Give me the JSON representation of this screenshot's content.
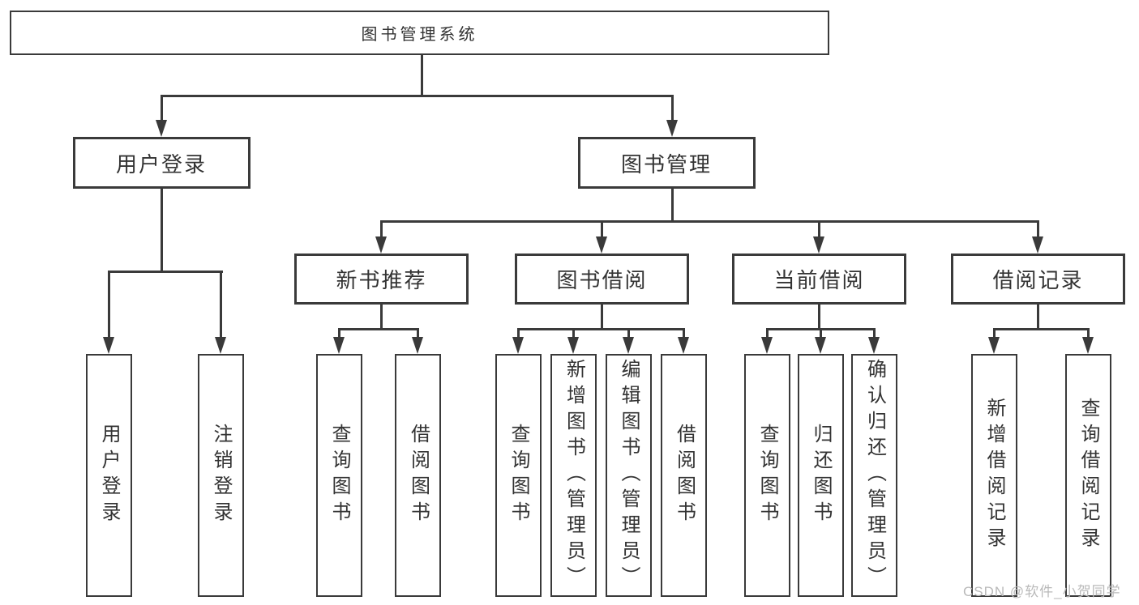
{
  "tree": {
    "root": {
      "label": "图书管理系统",
      "children": [
        {
          "label": "用户登录",
          "children": [
            {
              "label": "用户登录"
            },
            {
              "label": "注销登录"
            }
          ]
        },
        {
          "label": "图书管理",
          "children": [
            {
              "label": "新书推荐",
              "children": [
                {
                  "label": "查询图书"
                },
                {
                  "label": "借阅图书"
                }
              ]
            },
            {
              "label": "图书借阅",
              "children": [
                {
                  "label": "查询图书"
                },
                {
                  "label": "新增图书（管理员）"
                },
                {
                  "label": "编辑图书（管理员）"
                },
                {
                  "label": "借阅图书"
                }
              ]
            },
            {
              "label": "当前借阅",
              "children": [
                {
                  "label": "查询图书"
                },
                {
                  "label": "归还图书"
                },
                {
                  "label": "确认归还（管理员）"
                }
              ]
            },
            {
              "label": "借阅记录",
              "children": [
                {
                  "label": "新增借阅记录"
                },
                {
                  "label": "查询借阅记录"
                }
              ]
            }
          ]
        }
      ]
    }
  },
  "watermark": {
    "text": "CSDN @软件_小贺同学"
  },
  "colors": {
    "line": "#3a3a3a",
    "text": "#333333",
    "box_background": "#ffffff",
    "watermark": "#b9b9b9"
  }
}
